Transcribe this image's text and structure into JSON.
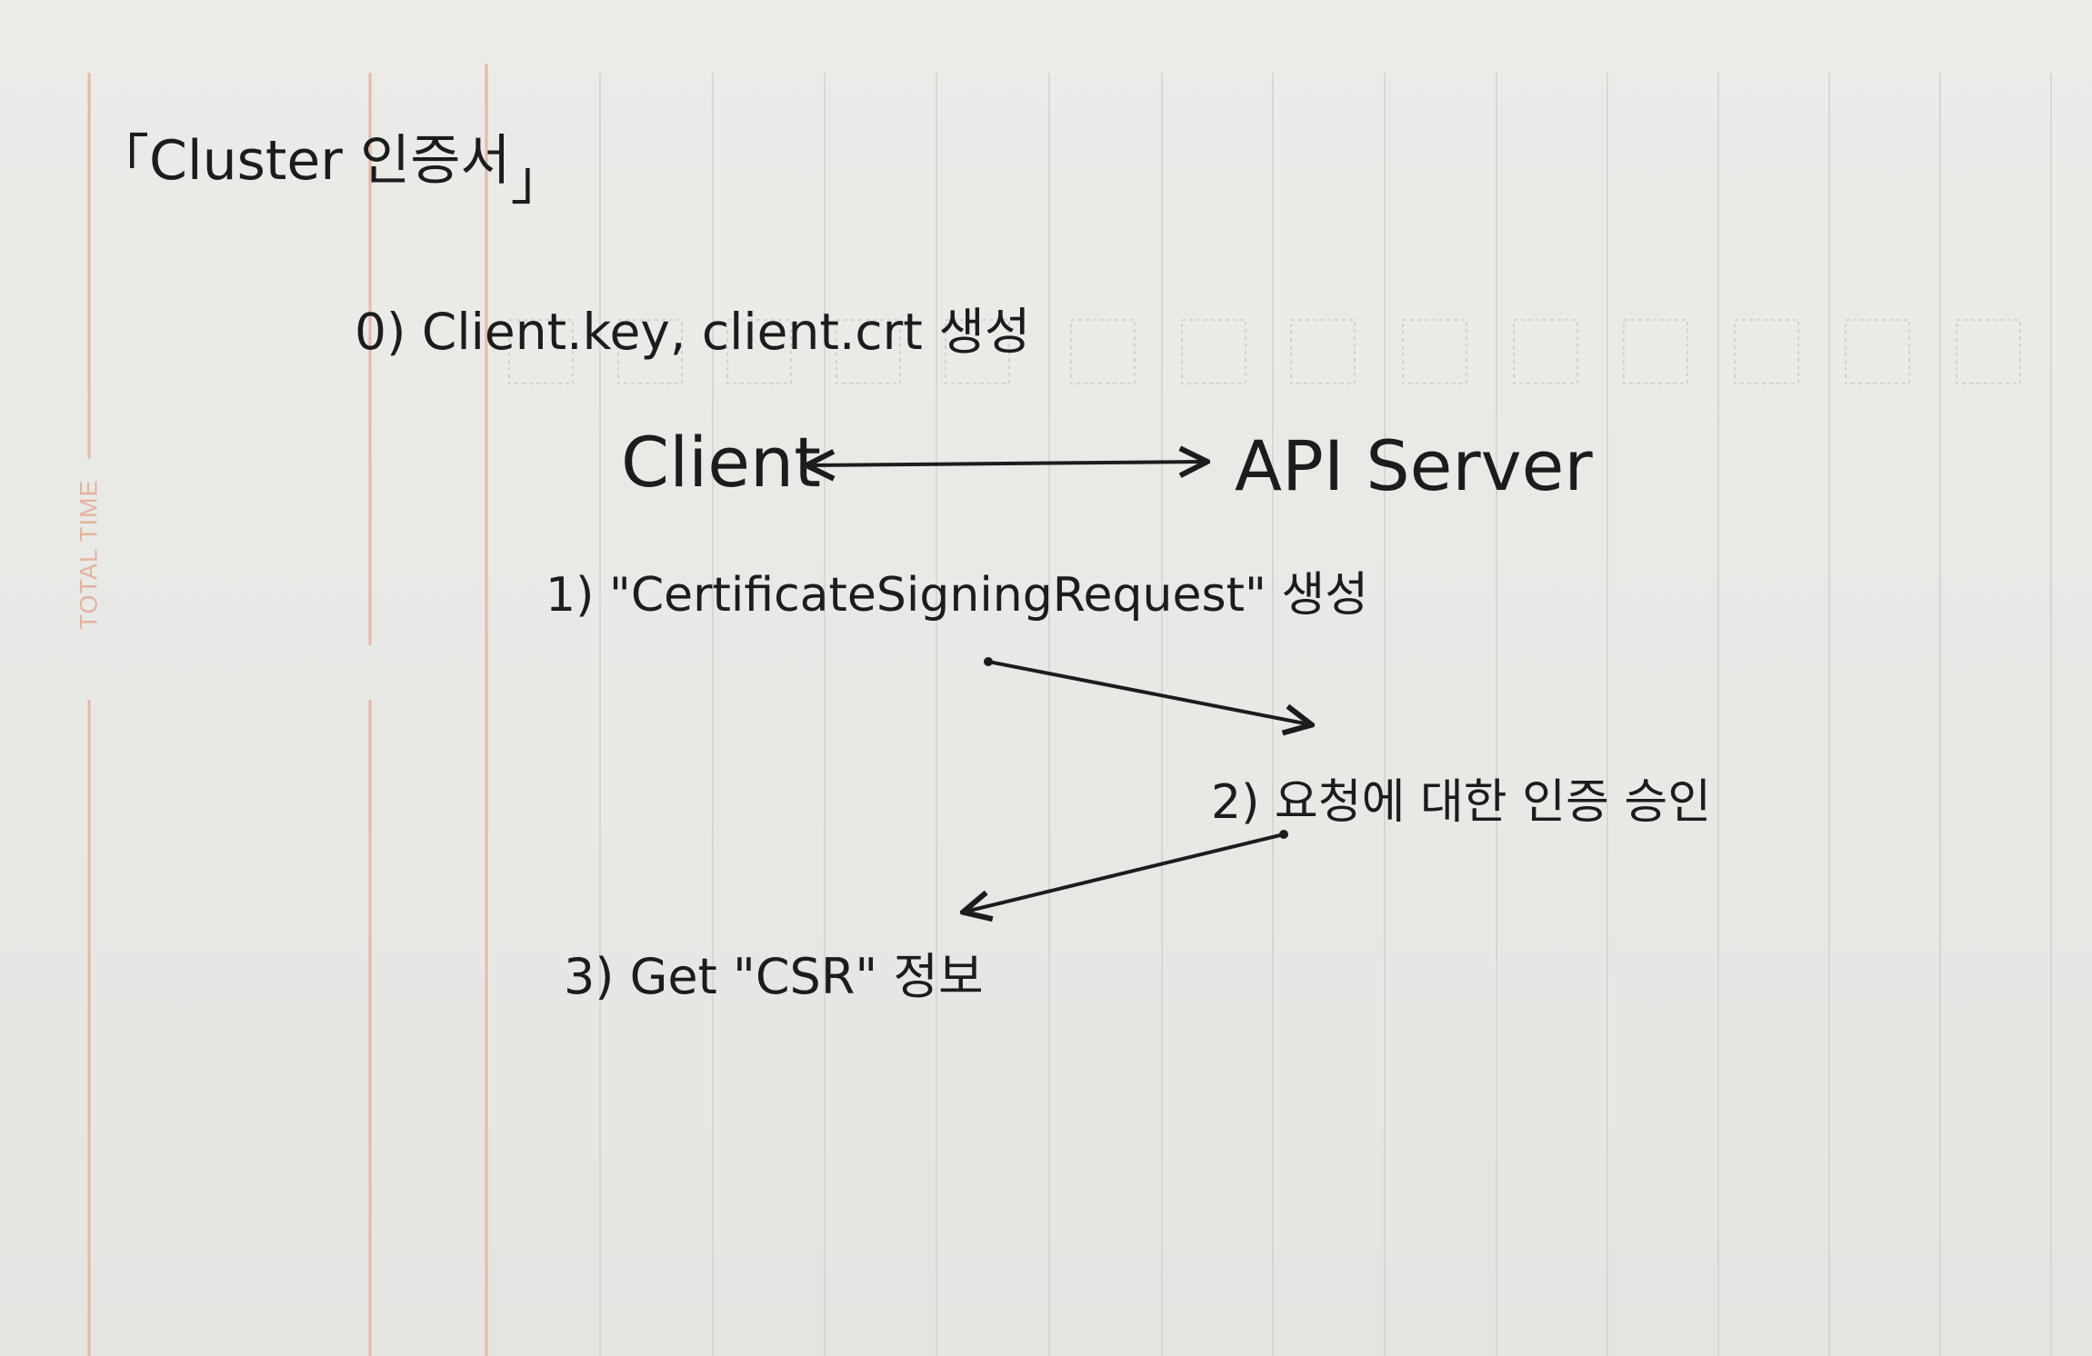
{
  "margin_label": "TOTAL TIME",
  "title": {
    "open_bracket": "「",
    "text": "Cluster 인증서",
    "close_bracket": "」"
  },
  "step0": "0) Client.key, client.crt 생성",
  "diagram": {
    "left_node": "Client",
    "right_node": "API Server"
  },
  "steps": {
    "step1": "1) \"CertificateSigningRequest\" 생성",
    "step2": "2) 요청에 대한 인증 승인",
    "step3": "3) Get \"CSR\" 정보"
  },
  "colors": {
    "ink": "#1c1c1c",
    "paper": "#e9e9e6",
    "margin_line": "#e6b8a4",
    "rule_line": "#d6d6d3",
    "dotted_box": "#d2d2cf"
  }
}
